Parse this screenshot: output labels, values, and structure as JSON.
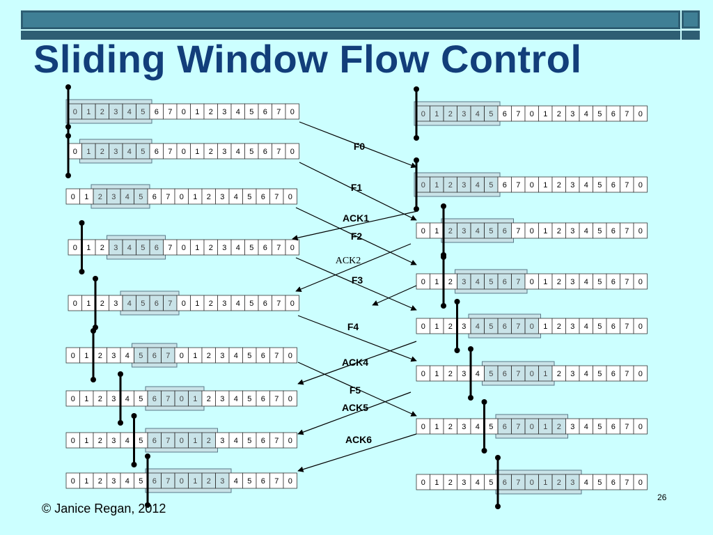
{
  "slide": {
    "title": "Sliding Window Flow Control",
    "footer": "© Janice Regan, 2012",
    "page_number": "26"
  },
  "colors": {
    "background": "#ccffff",
    "title": "#123e7a",
    "window_fill": "#c9e3e8",
    "band": "#2e5e73"
  },
  "sequence": [
    "0",
    "1",
    "2",
    "3",
    "4",
    "5",
    "6",
    "7",
    "0",
    "1",
    "2",
    "3",
    "4",
    "5",
    "6",
    "7",
    "0"
  ],
  "sender_rows": [
    {
      "window_start": 0,
      "window_len": 6,
      "marker": 0
    },
    {
      "window_start": 1,
      "window_len": 5,
      "marker": 0
    },
    {
      "window_start": 2,
      "window_len": 4,
      "marker": null
    },
    {
      "window_start": 3,
      "window_len": 4,
      "marker": 1
    },
    {
      "window_start": 4,
      "window_len": 4,
      "marker": 2
    },
    {
      "window_start": 5,
      "window_len": 3,
      "marker": 2
    },
    {
      "window_start": 6,
      "window_len": 4,
      "marker": 4
    },
    {
      "window_start": 6,
      "window_len": 5,
      "marker": 5
    },
    {
      "window_start": 6,
      "window_len": 6,
      "marker": 6
    }
  ],
  "receiver_rows": [
    {
      "window_start": 0,
      "window_len": 6,
      "marker": 0
    },
    {
      "window_start": 0,
      "window_len": 6,
      "marker": 0
    },
    {
      "window_start": 2,
      "window_len": 5,
      "marker": 2
    },
    {
      "window_start": 3,
      "window_len": 5,
      "marker": 2
    },
    {
      "window_start": 4,
      "window_len": 5,
      "marker": 3
    },
    {
      "window_start": 5,
      "window_len": 5,
      "marker": 4
    },
    {
      "window_start": 6,
      "window_len": 5,
      "marker": 5
    },
    {
      "window_start": 6,
      "window_len": 6,
      "marker": 6
    }
  ],
  "messages": [
    {
      "label": "F0",
      "dir": "right"
    },
    {
      "label": "F1",
      "dir": "right"
    },
    {
      "label": "ACK1",
      "dir": "left"
    },
    {
      "label": "F2",
      "dir": "right"
    },
    {
      "label": "ACK2",
      "dir": "left"
    },
    {
      "label": "F3",
      "dir": "right"
    },
    {
      "label": "F4",
      "dir": "right"
    },
    {
      "label": "ACK4",
      "dir": "left"
    },
    {
      "label": "F5",
      "dir": "right"
    },
    {
      "label": "ACK5",
      "dir": "left"
    },
    {
      "label": "ACK6",
      "dir": "left"
    }
  ]
}
